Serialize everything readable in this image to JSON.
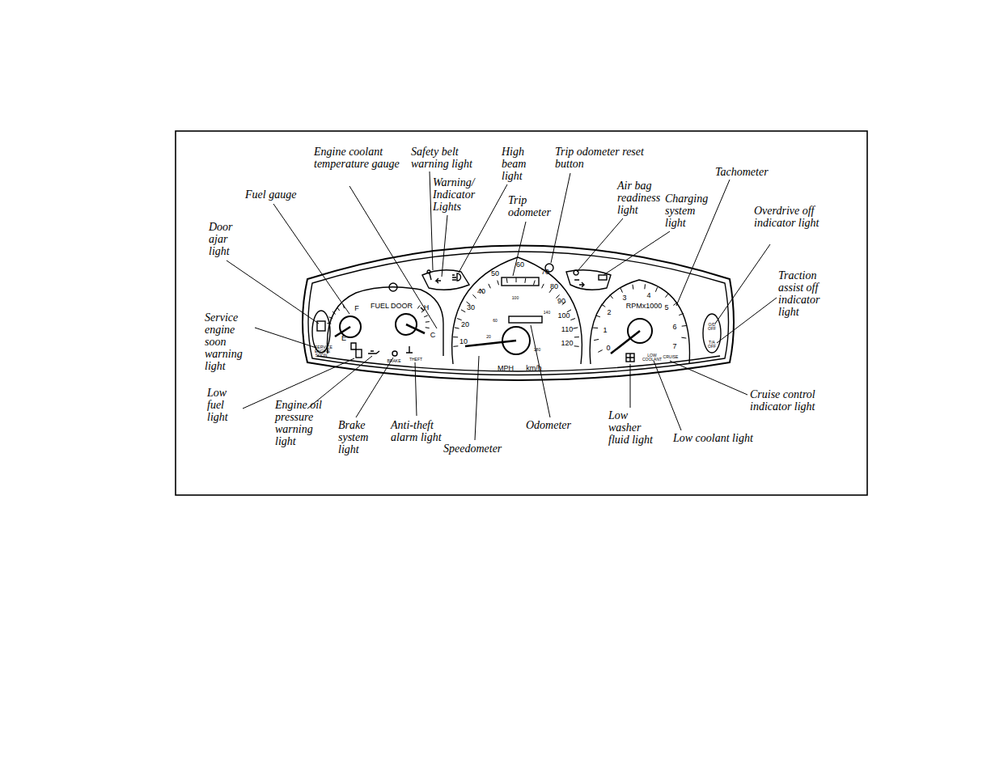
{
  "diagram": {
    "labels": [
      "Engine coolant temperature gauge",
      "Safety belt warning light",
      "High beam light",
      "Trip odometer reset button",
      "Fuel gauge",
      "Warning/ Indicator Lights",
      "Trip odometer",
      "Air bag readiness light",
      "Charging system light",
      "Tachometer",
      "Overdrive off indicator light",
      "Door ajar light",
      "Traction assist off indicator light",
      "Service engine soon warning light",
      "Low fuel light",
      "Engine oil pressure warning light",
      "Brake system light",
      "Anti-theft alarm light",
      "Speedometer",
      "Odometer",
      "Low washer fluid light",
      "Low coolant light",
      "Cruise control indicator light",
      "F",
      "E",
      "H",
      "C",
      "FUEL DOOR",
      "10",
      "20",
      "30",
      "40",
      "50",
      "60",
      "70",
      "80",
      "90",
      "100",
      "110",
      "120",
      "60",
      "100",
      "140",
      "180",
      "20",
      "MPH",
      "km/h",
      "0",
      "1",
      "2",
      "3",
      "4",
      "5",
      "6",
      "7",
      "RPMx1000",
      "SERVICE ENGINE SOON",
      "BRAKE",
      "THEFT",
      "LOW COOLANT",
      "CRUISE",
      "O/D OFF",
      "T/A OFF"
    ]
  }
}
